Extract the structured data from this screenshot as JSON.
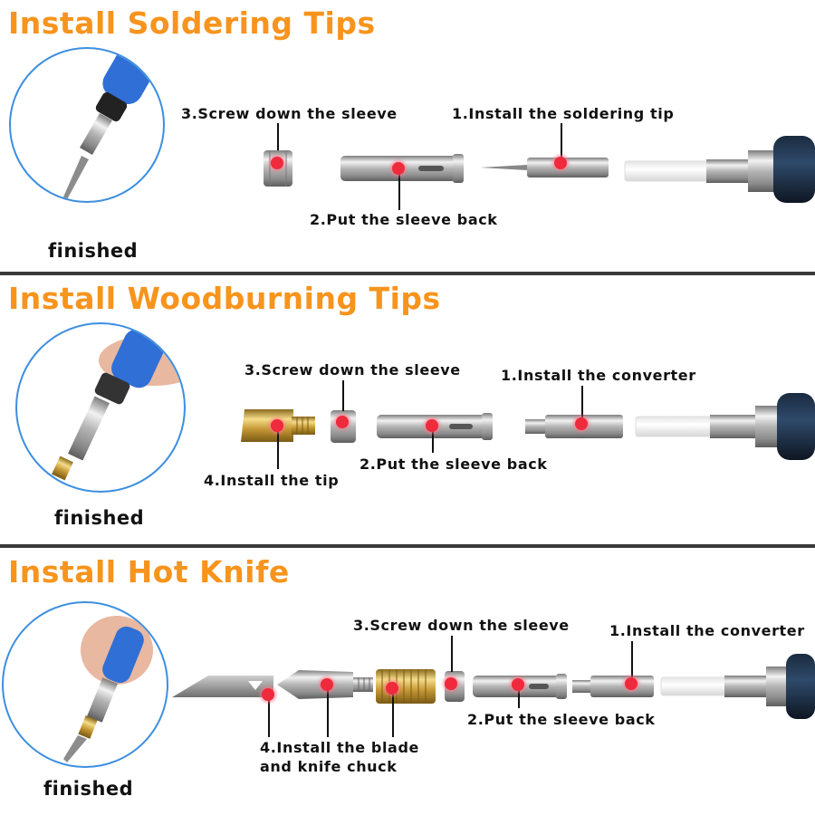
{
  "sections": [
    {
      "title": "Install Soldering Tips",
      "finished": "finished",
      "labels": {
        "screw": "3.Screw down the sleeve",
        "tip": "1.Install the soldering tip",
        "sleeve": "2.Put the sleeve back"
      }
    },
    {
      "title": "Install Woodburning Tips",
      "finished": "finished",
      "labels": {
        "screw": "3.Screw down the sleeve",
        "converter": "1.Install the converter",
        "sleeve": "2.Put the sleeve back",
        "tip": "4.Install the tip"
      }
    },
    {
      "title": "Install Hot Knife",
      "finished": "finished",
      "labels": {
        "screw": "3.Screw down the sleeve",
        "converter": "1.Install the converter",
        "sleeve": "2.Put the sleeve back",
        "blade_line1": "4.Install the blade",
        "blade_line2": "and knife chuck"
      }
    }
  ],
  "colors": {
    "title": "#f7941d",
    "circle_border": "#3d8fe0",
    "marker": "#ee2a3c",
    "divider": "#3a3a3a"
  }
}
